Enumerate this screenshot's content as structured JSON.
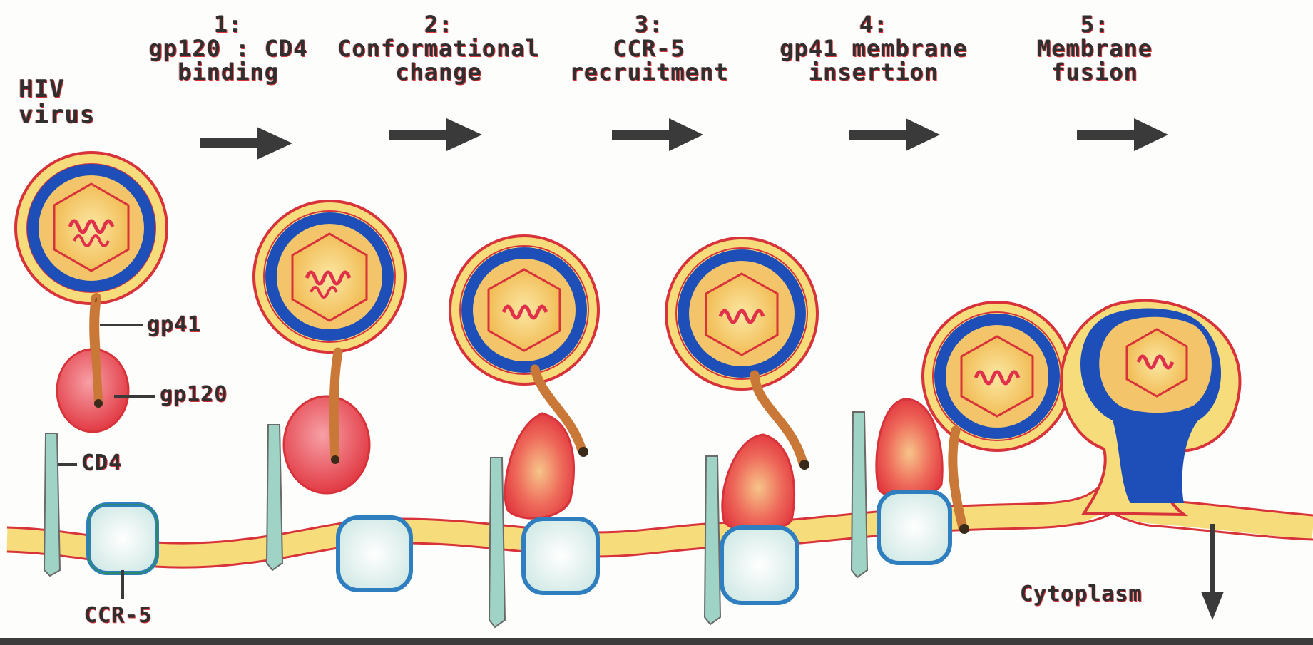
{
  "title": {
    "line1": "HIV",
    "line2": "virus"
  },
  "steps": [
    {
      "number": "1:",
      "line1": "gp120 : CD4",
      "line2": "binding"
    },
    {
      "number": "2:",
      "line1": "Conformational",
      "line2": "change"
    },
    {
      "number": "3:",
      "line1": "CCR-5",
      "line2": "recruitment"
    },
    {
      "number": "4:",
      "line1": "gp41 membrane",
      "line2": "insertion"
    },
    {
      "number": "5:",
      "line1": "Membrane",
      "line2": "fusion"
    }
  ],
  "labels": {
    "gp41": "gp41",
    "gp120": "gp120",
    "cd4": "CD4",
    "ccr5": "CCR-5",
    "cytoplasm": "Cytoplasm"
  },
  "colors": {
    "envelope_red": "#d8323a",
    "envelope_yellow": "#f6dc7a",
    "capsid_blue": "#1e4fb8",
    "core_orange": "#f3b44a",
    "rna_red": "#e0304a",
    "gp120_red": "#e8353f",
    "cd4_teal": "#9fd3c6",
    "ccr5_blue": "#2f7fc0",
    "membrane_yellow": "#f6dc7a",
    "arrow_dark": "#3a3a3a"
  }
}
